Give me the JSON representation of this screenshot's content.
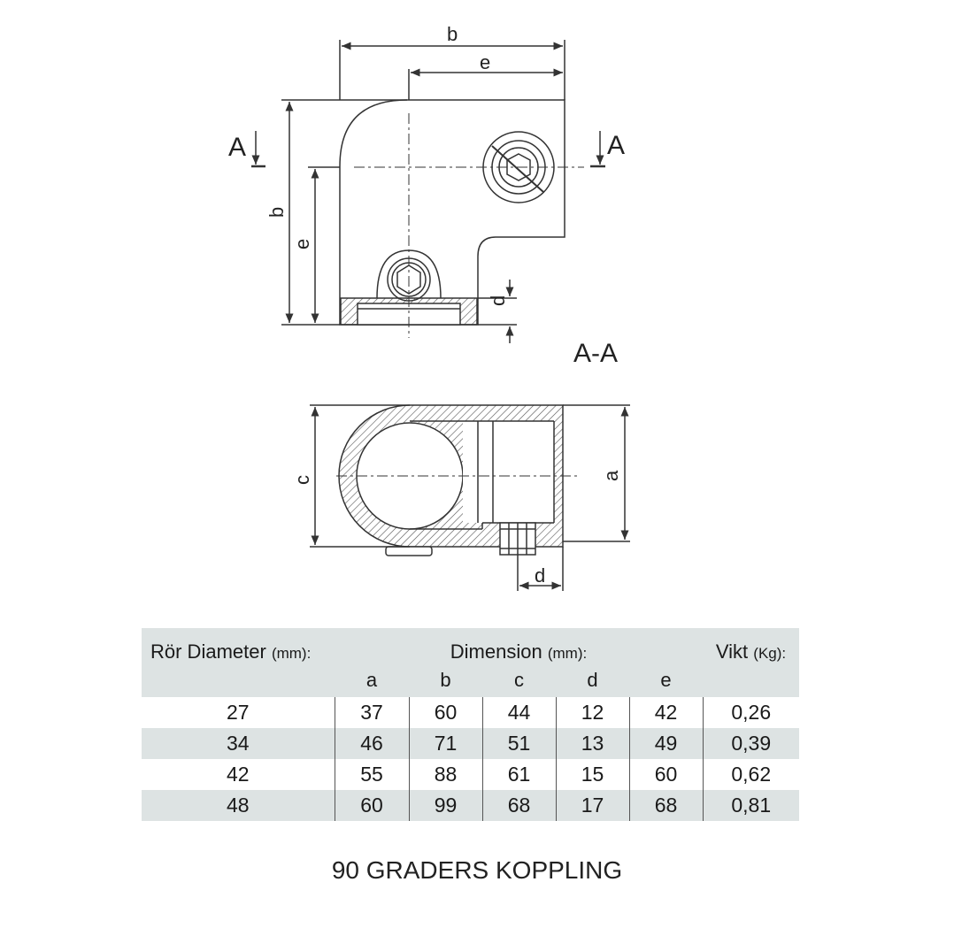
{
  "drawing": {
    "section_label": "A",
    "section_view_title": "A-A",
    "dim_labels": {
      "b": "b",
      "e": "e",
      "c": "c",
      "a": "a",
      "d": "d"
    }
  },
  "table": {
    "header": {
      "diameter_label": "Rör Diameter",
      "diameter_unit": "(mm):",
      "dimension_label": "Dimension",
      "dimension_unit": "(mm):",
      "weight_label": "Vikt",
      "weight_unit": "(Kg):"
    },
    "sub_columns": [
      "a",
      "b",
      "c",
      "d",
      "e"
    ],
    "rows": [
      [
        "27",
        "37",
        "60",
        "44",
        "12",
        "42",
        "0,26"
      ],
      [
        "34",
        "46",
        "71",
        "51",
        "13",
        "49",
        "0,39"
      ],
      [
        "42",
        "55",
        "88",
        "61",
        "15",
        "60",
        "0,62"
      ],
      [
        "48",
        "60",
        "99",
        "68",
        "17",
        "68",
        "0,81"
      ]
    ]
  },
  "caption": "90 GRADERS KOPPLING"
}
